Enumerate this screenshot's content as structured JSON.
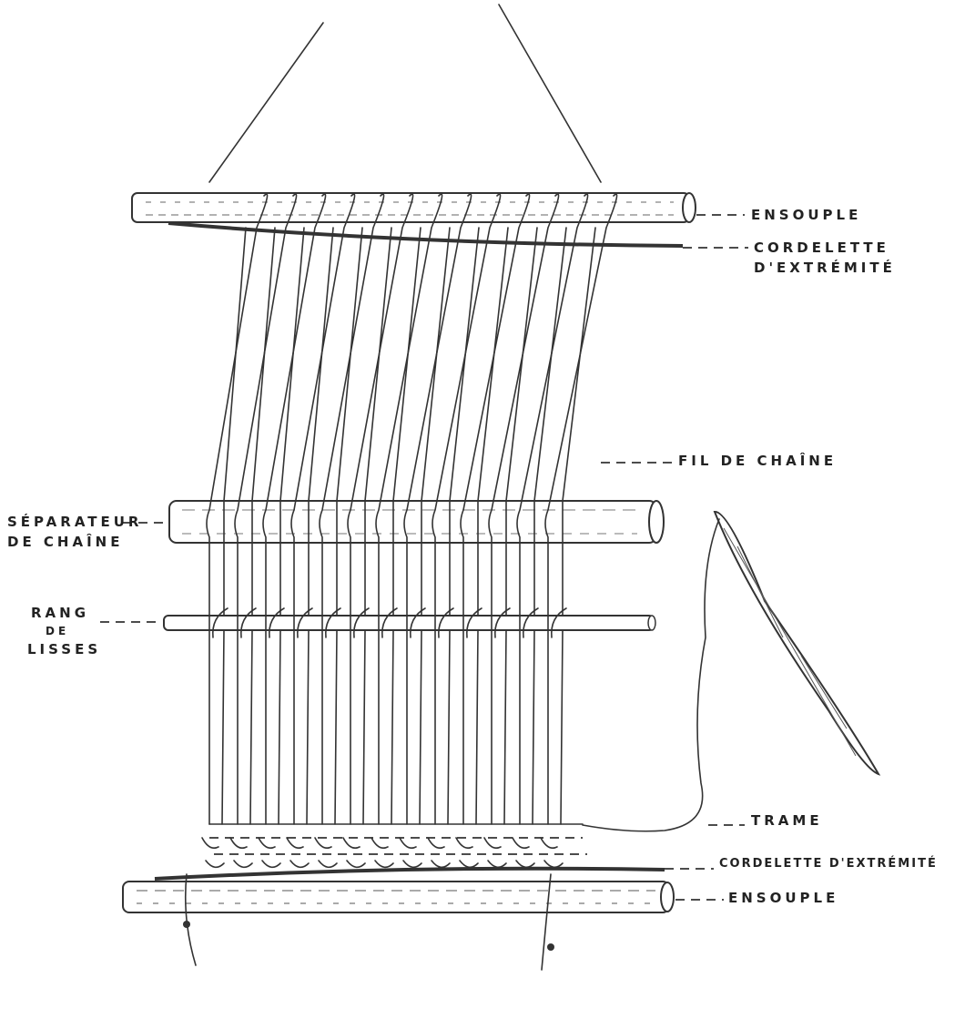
{
  "labels": {
    "top_beam": "ENSOUPLE",
    "top_cord_1": "CORDELETTE",
    "top_cord_2": "D'EXTRÉMITÉ",
    "warp": "FIL DE CHAÎNE",
    "separator_1": "SÉPARATEUR",
    "separator_2": "DE CHAÎNE",
    "heddle_1": "RANG",
    "heddle_2": "DE",
    "heddle_3": "LISSES",
    "weft": "TRAME",
    "bottom_cord": "CORDELETTE D'EXTRÉMITÉ",
    "bottom_beam": "ENSOUPLE"
  },
  "colors": {
    "ink": "#333333",
    "paper": "#ffffff"
  }
}
